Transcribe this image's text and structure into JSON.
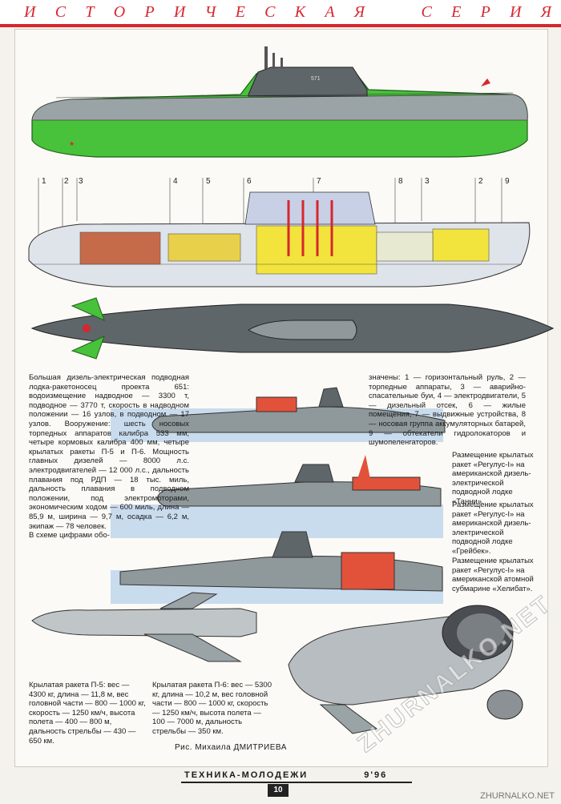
{
  "header": {
    "letters": [
      "И",
      "С",
      "Т",
      "О",
      "Р",
      "И",
      "Ч",
      "Е",
      "С",
      "К",
      "А",
      "Я",
      "С",
      "Е",
      "Р",
      "И",
      "Я"
    ]
  },
  "callouts": [
    "1",
    "2",
    "3",
    "4",
    "5",
    "6",
    "7",
    "8",
    "3",
    "2",
    "9"
  ],
  "hull_number": "571",
  "main_text_left": "Большая дизель-электрическая подводная лодка-ракетоносец проекта 651: водоизмещение надводное — 3300 т, подводное — 3770 т, скорость в надводном положении — 16 узлов, в подводном — 17 узлов. Вооружение: шесть носовых торпедных аппаратов калибра 533 мм, четыре кормовых калибра 400 мм, четыре крылатых ракеты П-5 и П-6. Мощность главных дизелей — 8000 л.с. электродвигателей — 12 000 л.с., дальность плавания под РДП — 18 тыс. миль, дальность плавания в подводном положении, под электромоторами, экономическим ходом — 600 миль, длина — 85,9 м, ширина — 9,7 м, осадка — 6,2 м, экипаж — 78 человек.",
  "main_text_left_tail": "В схеме цифрами обо-",
  "main_text_right": "значены: 1 — горизонтальный руль, 2 — торпедные аппараты, 3 — аварийно-спасательные буи, 4 — электродвигатели, 5 — дизельный отсек, 6 — жилые помещения, 7 — выдвижные устройства, 8 — носовая группа аккумуляторных батарей, 9 — обтекатели гидролокаторов и шумопеленгаторов.",
  "captions": [
    "Размещение крылатых ракет «Регулус-I» на американской дизель-электрической подводной лодке «Танни».",
    "Размещение крылатых ракет «Регулус-I» на американской дизель-электрической подводной лодке «Грейбек».",
    "Размещение крылатых ракет «Регулус-I» на американской атомной субмарине «Хелибат»."
  ],
  "missile_p5": "Крылатая ракета П-5: вес — 4300 кг, длина — 11,8 м, вес головной части — 800 — 1000 кг, скорость — 1250 км/ч, высота полета — 400 — 800 м, дальность стрельбы — 430 — 650 км.",
  "missile_p6": "Крылатая ракета П-6: вес — 5300 кг, длина — 10,2 м, вес головной части — 800 — 1000 кг, скорость — 1250 км/ч, высота полета — 100 — 7000 м, дальность стрельбы — 350 км.",
  "credit": "Рис. Михаила ДМИТРИЕВА",
  "footer": {
    "magazine": "ТЕХНИКА-МОЛОДЕЖИ",
    "issue": "9'96",
    "page": "10"
  },
  "watermarks": {
    "diagonal": "ZHURNALKO.NET",
    "corner": "ZHURNALKO.NET"
  },
  "colors": {
    "accent_red": "#d7262f",
    "hull_green": "#47c23a",
    "deck_grey": "#9aa3a6",
    "cutaway_yellow": "#f2e43c",
    "water_blue": "#c9dcee",
    "rocket_red": "#e2523a"
  }
}
